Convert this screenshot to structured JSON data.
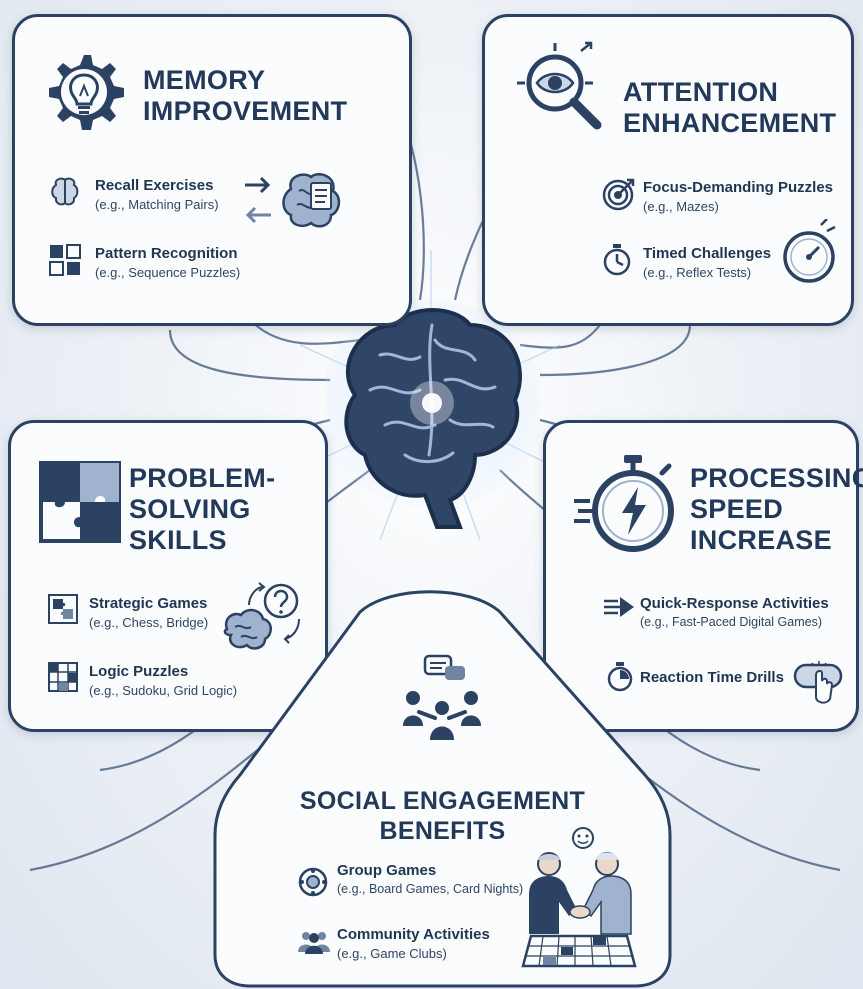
{
  "palette": {
    "navy": "#23395a",
    "slate": "#6f85a3",
    "glow": "#cfe3ff",
    "card_bg": "#fbfcfe"
  },
  "cards": {
    "memory": {
      "title_line1": "MEMORY",
      "title_line2": "IMPROVEMENT",
      "items": [
        {
          "title": "Recall Exercises",
          "sub": "(e.g., Matching Pairs)"
        },
        {
          "title": "Pattern Recognition",
          "sub": "(e.g., Sequence Puzzles)"
        }
      ]
    },
    "attention": {
      "title_line1": "ATTENTION",
      "title_line2": "ENHANCEMENT",
      "items": [
        {
          "title": "Focus-Demanding Puzzles",
          "sub": "(e.g., Mazes)"
        },
        {
          "title": "Timed Challenges",
          "sub": "(e.g., Reflex Tests)"
        }
      ]
    },
    "problem": {
      "title_line1": "PROBLEM-",
      "title_line2": "SOLVING",
      "title_line3": "SKILLS",
      "items": [
        {
          "title": "Strategic Games",
          "sub": "(e.g., Chess, Bridge)"
        },
        {
          "title": "Logic Puzzles",
          "sub": "(e.g., Sudoku, Grid Logic)"
        }
      ]
    },
    "speed": {
      "title_line1": "PROCESSING",
      "title_line2": "SPEED",
      "title_line3": "INCREASE",
      "items": [
        {
          "title": "Quick-Response Activities",
          "sub": "(e.g., Fast-Paced Digital Games)"
        },
        {
          "title": "Reaction Time Drills",
          "sub": ""
        }
      ]
    },
    "social": {
      "title_line1": "SOCIAL ENGAGEMENT",
      "title_line2": "BENEFITS",
      "items": [
        {
          "title": "Group Games",
          "sub": "(e.g., Board Games, Card Nights)"
        },
        {
          "title": "Community Activities",
          "sub": "(e.g., Game Clubs)"
        }
      ]
    }
  }
}
